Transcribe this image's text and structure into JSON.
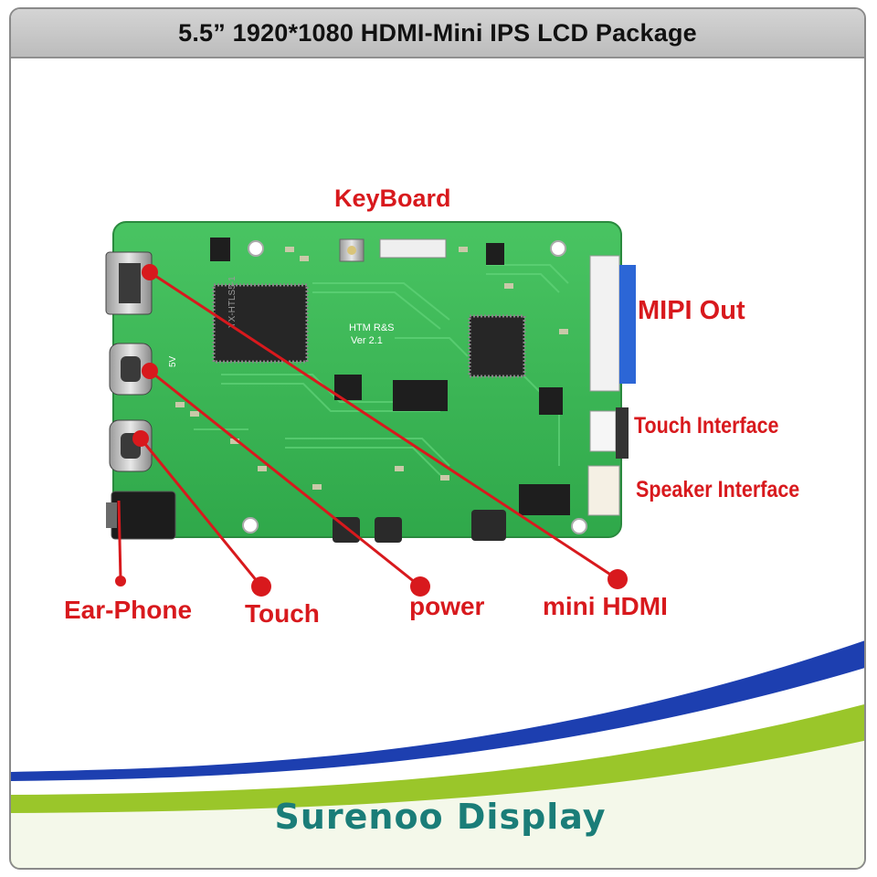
{
  "title": "5.5” 1920*1080 HDMI-Mini IPS LCD Package",
  "labels": {
    "keyboard": "KeyBoard",
    "mipi_out": "MIPI Out",
    "touch_interface": "Touch Interface",
    "speaker_interface": "Speaker Interface",
    "ear_phone": "Ear-Phone",
    "touch": "Touch",
    "power": "power",
    "mini_hdmi": "mini HDMI"
  },
  "board": {
    "silkscreen_line1": "HTM R&S",
    "silkscreen_line2": "Ver 2.1",
    "chip_marking": "YX-HTLS5-1",
    "voltage_mark": "5V"
  },
  "brand": "Surenoo Display",
  "colors": {
    "label_red": "#d8191d",
    "pcb_green": "#3fb85a",
    "fpc_blue": "#2c66d6",
    "brand_teal": "#1a7d78",
    "swoosh_blue": "#1d3fb0",
    "swoosh_green": "#9ac62a"
  }
}
